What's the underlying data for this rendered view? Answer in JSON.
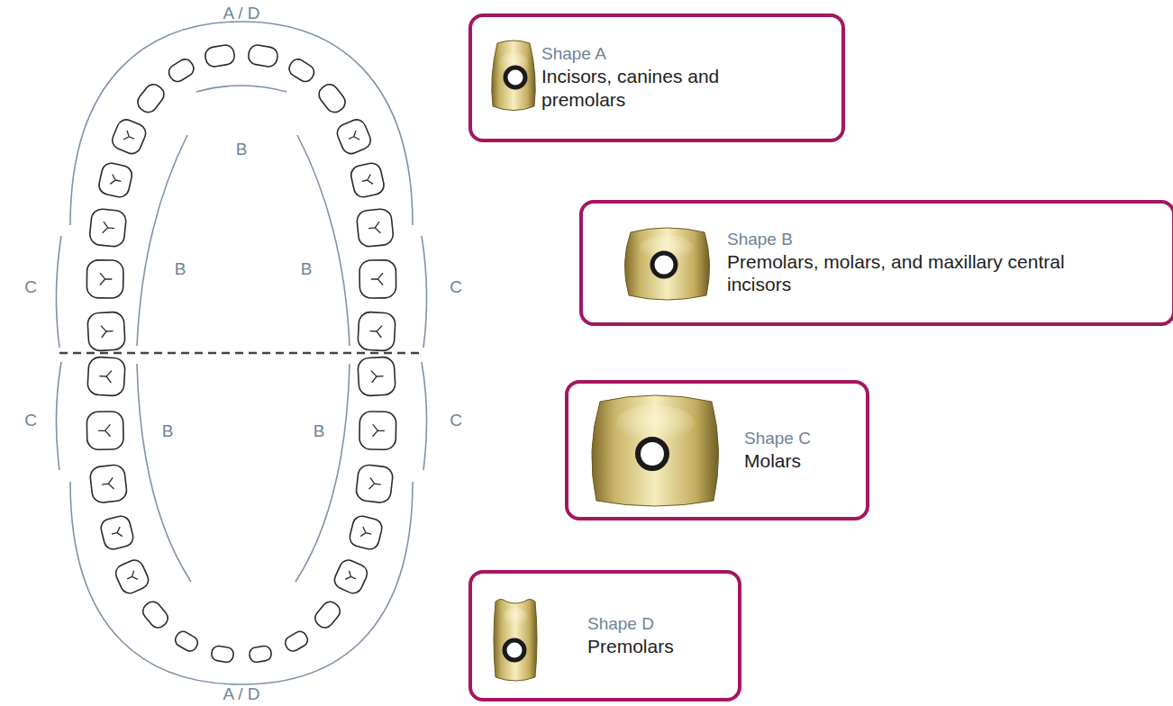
{
  "diagram": {
    "nodes": [
      {
        "text": [
          "Shape A",
          "Incisors, canines and premolars"
        ]
      },
      {
        "text": [
          "Shape B",
          "Premolars, molars, and maxillary central incisors"
        ]
      },
      {
        "text": [
          "Shape C",
          "Molars"
        ]
      },
      {
        "text": [
          "Shape D",
          "Premolars"
        ]
      }
    ],
    "labels": [
      "A / D",
      "B",
      "C",
      "B",
      "B",
      "C",
      "C",
      "B",
      "B",
      "C",
      "A / D"
    ]
  }
}
